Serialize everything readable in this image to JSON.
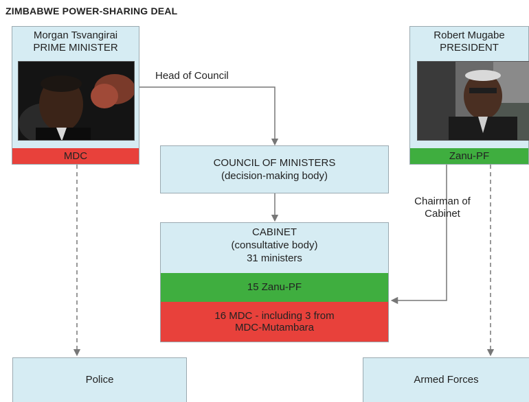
{
  "title": "ZIMBABWE POWER-SHARING DEAL",
  "pm": {
    "name": "Morgan Tsvangirai",
    "role": "PRIME MINISTER",
    "party": "MDC"
  },
  "president": {
    "name": "Robert Mugabe",
    "role": "PRESIDENT",
    "party": "Zanu-PF"
  },
  "council": {
    "line1": "COUNCIL OF MINISTERS",
    "line2": "(decision-making body)"
  },
  "cabinet": {
    "line1": "CABINET",
    "line2": "(consultative body)",
    "line3": "31 ministers",
    "zanu_row": "15  Zanu-PF",
    "mdc_row_line1": "16  MDC - including 3 from",
    "mdc_row_line2": "MDC-Mutambara"
  },
  "labels": {
    "head_of_council": "Head of Council",
    "chairman_line1": "Chairman of",
    "chairman_line2": "Cabinet"
  },
  "police": "Police",
  "armed_forces": "Armed Forces",
  "colors": {
    "box": "#d6ecf3",
    "mdc_red": "#e8413b",
    "zanu_green": "#3fae3f",
    "line": "#777777"
  }
}
